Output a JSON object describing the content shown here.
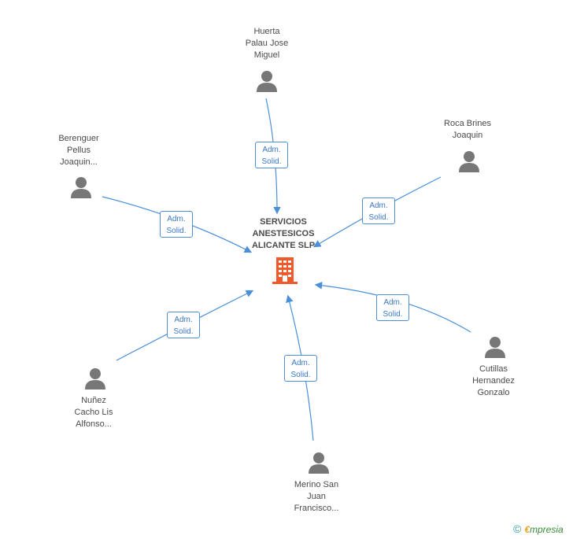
{
  "center": {
    "line1": "SERVICIOS",
    "line2": "ANESTESICOS",
    "line3": "ALICANTE SLP"
  },
  "people": [
    {
      "lines": [
        "Huerta",
        "Palau Jose",
        "Miguel"
      ]
    },
    {
      "lines": [
        "Roca Brines",
        "Joaquin"
      ]
    },
    {
      "lines": [
        "Berenguer",
        "Pellus",
        "Joaquin..."
      ]
    },
    {
      "lines": [
        "Cutillas",
        "Hernandez",
        "Gonzalo"
      ]
    },
    {
      "lines": [
        "Nuñez",
        "Cacho Lis",
        "Alfonso..."
      ]
    },
    {
      "lines": [
        "Merino San",
        "Juan",
        "Francisco..."
      ]
    }
  ],
  "relation": {
    "line1": "Adm.",
    "line2": "Solid."
  },
  "footer": {
    "copyright": "©",
    "brand_first": "€",
    "brand_rest": "mpresia"
  },
  "colors": {
    "edge": "#4a8fd8",
    "person": "#777777",
    "building": "#f05a2b"
  }
}
